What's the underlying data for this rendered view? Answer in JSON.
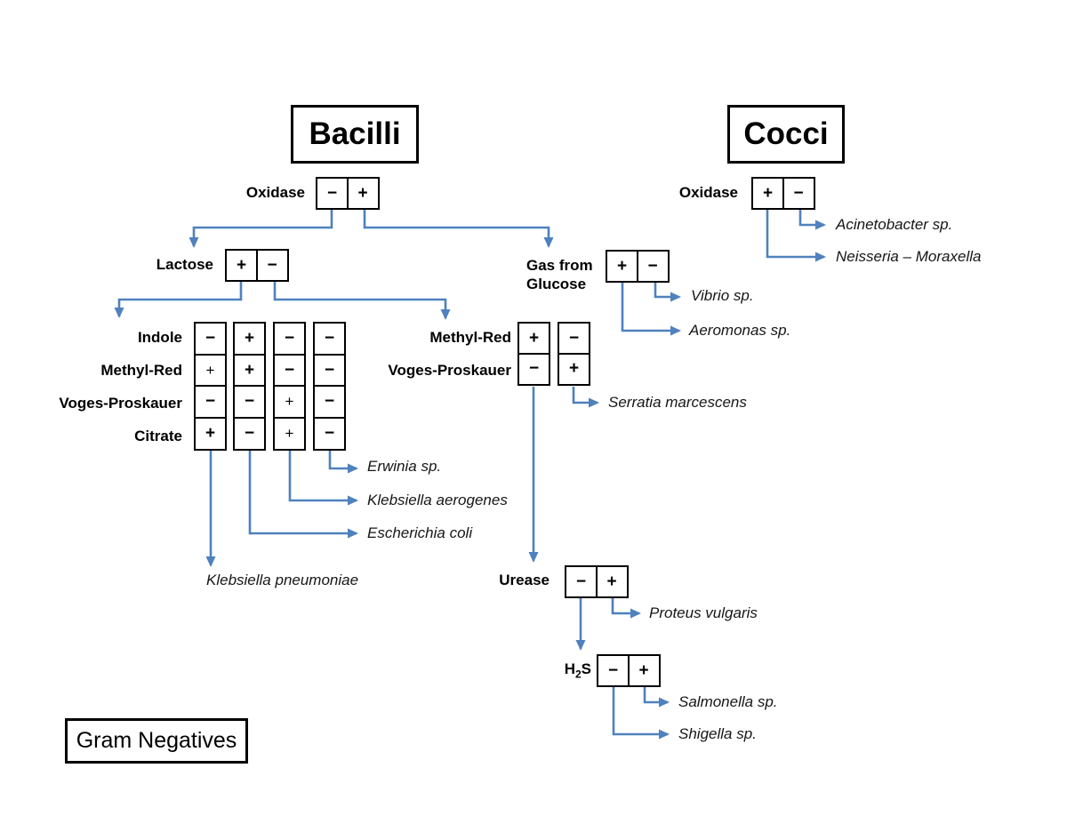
{
  "palette": {
    "arrow_blue": "#4f81bd",
    "box_black": "#000000"
  },
  "titles": {
    "bacilli": "Bacilli",
    "cocci": "Cocci",
    "footer": "Gram Negatives"
  },
  "tests": {
    "bacilli_oxidase": {
      "label": "Oxidase",
      "cells": [
        "−",
        "+"
      ]
    },
    "cocci_oxidase": {
      "label": "Oxidase",
      "cells": [
        "+",
        "−"
      ]
    },
    "lactose": {
      "label": "Lactose",
      "cells": [
        "+",
        "−"
      ]
    },
    "gas_from_glucose": {
      "label_line1": "Gas from",
      "label_line2": "Glucose",
      "cells": [
        "+",
        "−"
      ]
    },
    "urease": {
      "label": "Urease",
      "cells": [
        "−",
        "+"
      ]
    },
    "h2s": {
      "label_base": "H",
      "label_sub": "2",
      "label_tail": "S",
      "cells": [
        "−",
        "+"
      ]
    },
    "mrvp": {
      "row_labels": [
        "Methyl-Red",
        "Voges-Proskauer"
      ],
      "columns": [
        {
          "values": [
            "+",
            "−"
          ]
        },
        {
          "values": [
            "−",
            "+"
          ]
        }
      ]
    },
    "ivc": {
      "row_labels": [
        "Indole",
        "Methyl-Red",
        "Voges-Proskauer",
        "Citrate"
      ],
      "columns": [
        {
          "values": [
            "−",
            "+",
            "−",
            "+"
          ],
          "light": [
            false,
            true,
            false,
            false
          ]
        },
        {
          "values": [
            "+",
            "+",
            "−",
            "−"
          ],
          "light": [
            false,
            false,
            false,
            false
          ]
        },
        {
          "values": [
            "−",
            "−",
            "+",
            "+"
          ],
          "light": [
            false,
            false,
            true,
            true
          ]
        },
        {
          "values": [
            "−",
            "−",
            "−",
            "−"
          ],
          "light": [
            false,
            false,
            false,
            false
          ]
        }
      ]
    }
  },
  "species": {
    "acinetobacter": "Acinetobacter sp.",
    "neisseria": "Neisseria – Moraxella",
    "vibrio": "Vibrio sp.",
    "aeromonas": "Aeromonas sp.",
    "serratia": "Serratia marcescens",
    "erwinia": "Erwinia sp.",
    "klebsiella_aerogenes": "Klebsiella aerogenes",
    "escherichia_coli": "Escherichia coli",
    "klebsiella_pneumoniae": "Klebsiella pneumoniae",
    "proteus": "Proteus vulgaris",
    "salmonella": "Salmonella sp.",
    "shigella": "Shigella sp."
  }
}
